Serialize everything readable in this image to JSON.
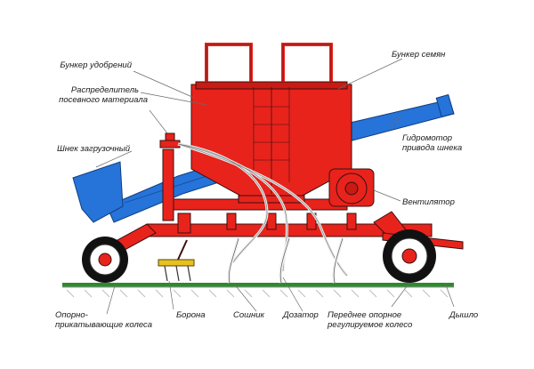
{
  "labels": {
    "fertilizer_hopper": "Бункер удобрений",
    "seed_hopper": "Бункер семян",
    "distributor_line1": "Распределитель",
    "distributor_line2": "посевного материала",
    "loading_auger": "Шнек загрузочный",
    "hydromotor_line1": "Гидромотор",
    "hydromotor_line2": "привода шнека",
    "fan": "Вентилятор",
    "support_wheels_line1": "Опорно-",
    "support_wheels_line2": "прикатывающие  колеса",
    "harrow": "Борона",
    "opener": "Сошник",
    "metering_unit": "Дозатор",
    "front_wheel_line1": "Переднее опорное",
    "front_wheel_line2": "регулируемое колесо",
    "drawbar": "Дышло"
  },
  "colors": {
    "frame_red": "#e8231c",
    "outline": "#3a1010",
    "auger_blue": "#2673d9",
    "ground_green": "#2f8a2f",
    "tire_black": "#111111",
    "harrow_yellow": "#e8c020"
  }
}
